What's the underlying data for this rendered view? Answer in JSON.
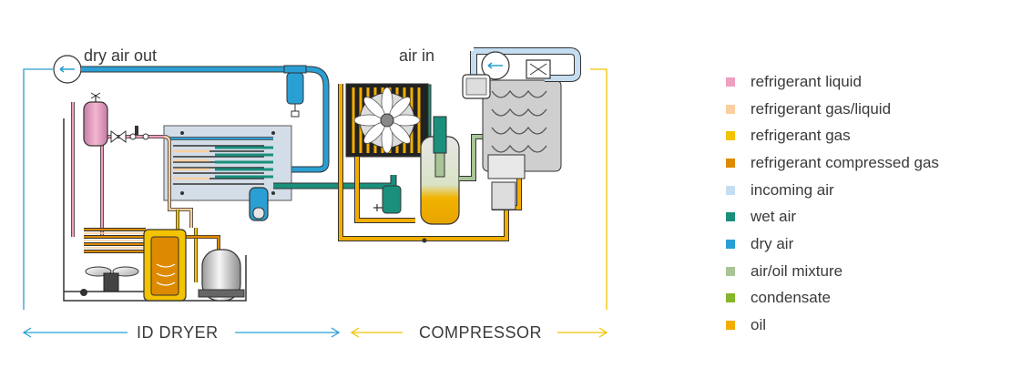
{
  "labels": {
    "dry_air_out": "dry air out",
    "air_in": "air in",
    "id_dryer": "ID DRYER",
    "compressor": "COMPRESSOR"
  },
  "legend": [
    {
      "label": "refrigerant liquid",
      "color": "#ef9fc0"
    },
    {
      "label": "refrigerant gas/liquid",
      "color": "#f9cfa0"
    },
    {
      "label": "refrigerant gas",
      "color": "#f3c200"
    },
    {
      "label": "refrigerant compressed gas",
      "color": "#de8a00"
    },
    {
      "label": "incoming air",
      "color": "#c5ddf0"
    },
    {
      "label": "wet air",
      "color": "#1a8f7c"
    },
    {
      "label": "dry air",
      "color": "#2a9fd4"
    },
    {
      "label": "air/oil mixture",
      "color": "#a9c597"
    },
    {
      "label": "condensate",
      "color": "#86b62b"
    },
    {
      "label": "oil",
      "color": "#f2ad00"
    }
  ],
  "colors": {
    "dryer_arrow": "#2a9fd4",
    "compressor_arrow": "#f2c200",
    "outline": "#333333"
  }
}
